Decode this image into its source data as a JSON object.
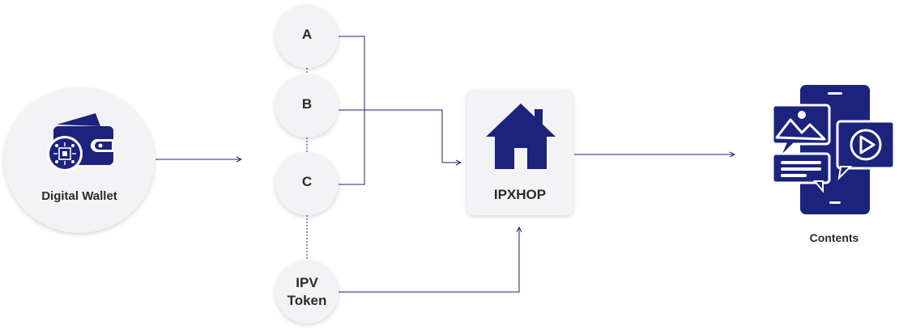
{
  "nodes": {
    "wallet": {
      "label": "Digital Wallet"
    },
    "a": {
      "label": "A"
    },
    "b": {
      "label": "B"
    },
    "c": {
      "label": "C"
    },
    "ipv": {
      "label_line1": "IPV",
      "label_line2": "Token"
    },
    "ipxhop": {
      "label": "IPXHOP"
    },
    "contents": {
      "label": "Contents"
    }
  },
  "colors": {
    "primary": "#1b237d",
    "node_fill": "#f3f3f5",
    "text": "#2b2b2b"
  }
}
